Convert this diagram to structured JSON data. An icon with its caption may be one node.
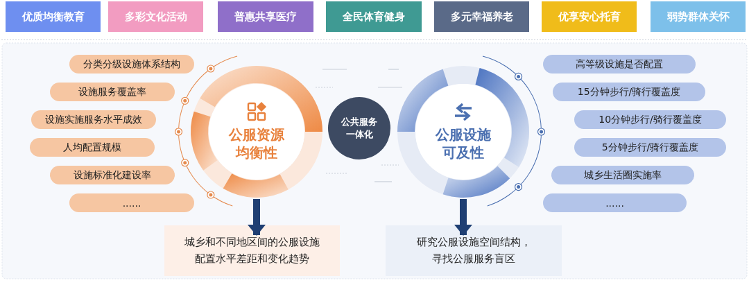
{
  "diagram": {
    "nodes": [
      {
        "text": [
          "优质均衡教育"
        ]
      },
      {
        "text": [
          "多彩文化活动"
        ]
      },
      {
        "text": [
          "普惠共享医疗"
        ]
      },
      {
        "text": [
          "全民体育健身"
        ]
      },
      {
        "text": [
          "多元幸福养老"
        ]
      },
      {
        "text": [
          "优享安心托育"
        ]
      },
      {
        "text": [
          "弱势群体关怀"
        ]
      },
      {
        "text": [
          "公服资源均衡性"
        ]
      },
      {
        "text": [
          "公共服务一体化"
        ]
      },
      {
        "text": [
          "公服设施可及性"
        ]
      },
      {
        "text": [
          "分类分级设施体系结构"
        ]
      },
      {
        "text": [
          "设施服务覆盖率"
        ]
      },
      {
        "text": [
          "设施实施服务水平成效"
        ]
      },
      {
        "text": [
          "人均配置规模"
        ]
      },
      {
        "text": [
          "设施标准化建设率"
        ]
      },
      {
        "text": [
          "......"
        ]
      },
      {
        "text": [
          "高等级设施是否配置"
        ]
      },
      {
        "text": [
          "15分钟步行/骑行覆盖度"
        ]
      },
      {
        "text": [
          "10分钟步行/骑行覆盖度"
        ]
      },
      {
        "text": [
          "5分钟步行/骑行覆盖度"
        ]
      },
      {
        "text": [
          "城乡生活圈实施率"
        ]
      },
      {
        "text": [
          "......"
        ]
      },
      {
        "text": [
          "城乡和不同地区间的公服设施配置水平差距和变化趋势"
        ]
      },
      {
        "text": [
          "研究公服设施空间结构，寻找公服服务盲区"
        ]
      }
    ],
    "edges": [
      {
        "from": 7,
        "to": 22,
        "arrow": "to"
      },
      {
        "from": 9,
        "to": 23,
        "arrow": "to"
      }
    ]
  }
}
